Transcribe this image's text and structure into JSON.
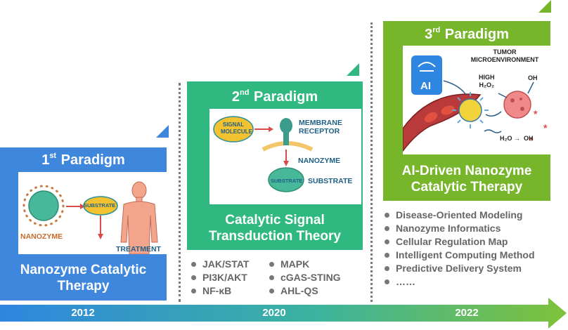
{
  "colors": {
    "panel1": "#3f86dd",
    "panel2": "#2fb87f",
    "panel3": "#77b52a",
    "timeline_start": "#2f86e0",
    "timeline_end": "#7ec23a"
  },
  "paradigm1": {
    "title_num": "1",
    "title_sup": "st",
    "title_rest": " Paradigm",
    "nanozyme_label": "NANOZYME",
    "substrate_label": "SUBSTRATE",
    "treatment_label": "TREATMENT",
    "caption_line1": "Nanozyme Catalytic",
    "caption_line2": "Therapy"
  },
  "paradigm2": {
    "title_num": "2",
    "title_sup": "nd",
    "title_rest": " Paradigm",
    "signal_line1": "SIGNAL",
    "signal_line2": "MOLECULE",
    "receptor_line1": "MEMBRANE",
    "receptor_line2": "RECEPTOR",
    "nanozyme_label": "NANOZYME",
    "substrate_circle": "SUBSTRATE",
    "substrate_label": "SUBSTRATE",
    "caption_line1": "Catalytic Signal",
    "caption_line2": "Transduction Theory",
    "pathways_left": [
      "JAK/STAT",
      "PI3K/AKT",
      "NF-κB"
    ],
    "pathways_right": [
      "MAPK",
      "cGAS-STING",
      "AHL-QS"
    ]
  },
  "paradigm3": {
    "title_num": "3",
    "title_sup": "rd",
    "title_rest": " Paradigm",
    "ai_label": "AI",
    "tumor_line1": "TUMOR",
    "tumor_line2": "MICROENVIRONMENT",
    "high_label": "HIGH",
    "h2o2_label": "H₂O₂",
    "oh_top_label": "OH",
    "h2o_label": "H₂O",
    "oh_bottom_label": "OH",
    "caption_line1": "AI-Driven Nanozyme",
    "caption_line2": "Catalytic Therapy",
    "items": [
      "Disease-Oriented Modeling",
      "Nanozyme Informatics",
      "Cellular Regulation Map",
      "Intelligent Computing Method",
      "Predictive Delivery System",
      "……"
    ]
  },
  "timeline": {
    "years": [
      "2012",
      "2020",
      "2022"
    ]
  }
}
